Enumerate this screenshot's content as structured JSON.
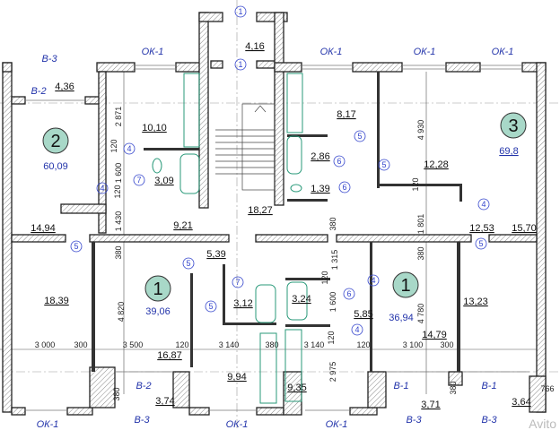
{
  "plan": {
    "apartments": [
      {
        "number": "2",
        "total_area": "60,09"
      },
      {
        "number": "3",
        "total_area": "69,8"
      },
      {
        "number": "1",
        "total_area": "39,06"
      },
      {
        "number": "1",
        "total_area": "36,94"
      }
    ],
    "room_areas": [
      "4,16",
      "4,36",
      "10,10",
      "3,09",
      "18,27",
      "14,94",
      "9,21",
      "8,17",
      "2,86",
      "1,39",
      "12,28",
      "12,53",
      "15,70",
      "18,39",
      "5,39",
      "3,12",
      "3,24",
      "5,85",
      "13,23",
      "16,87",
      "14,79",
      "9,94",
      "9,35",
      "3,74",
      "3,71",
      "3,64"
    ],
    "dimensions": [
      "3 000",
      "300",
      "3 500",
      "120",
      "3 140",
      "380",
      "3 140",
      "120",
      "3 100",
      "300",
      "2 871",
      "120",
      "1 600",
      "120",
      "1 430",
      "380",
      "4 820",
      "380",
      "4 930",
      "120",
      "1 801",
      "380",
      "1 315",
      "120",
      "1 600",
      "120",
      "2 975",
      "380",
      "4 780",
      "380",
      "766"
    ],
    "window_labels": [
      "В-3",
      "В-2",
      "ОК-1",
      "ОК-1",
      "ОК-1",
      "ОК-1",
      "ОК-1",
      "В-2",
      "В-3",
      "ОК-1",
      "ОК-1",
      "В-1",
      "В-1",
      "В-3",
      "В-3"
    ],
    "door_marks": [
      "1",
      "1",
      "4",
      "7",
      "4",
      "5",
      "5",
      "6",
      "6",
      "4",
      "5",
      "5",
      "7",
      "5",
      "4",
      "6",
      "4",
      "5"
    ],
    "watermark": "Avito"
  },
  "colors": {
    "plumbing": "#2a9a7a",
    "label_blue": "#2233aa",
    "apartment_badge": "#a8d8c8"
  }
}
